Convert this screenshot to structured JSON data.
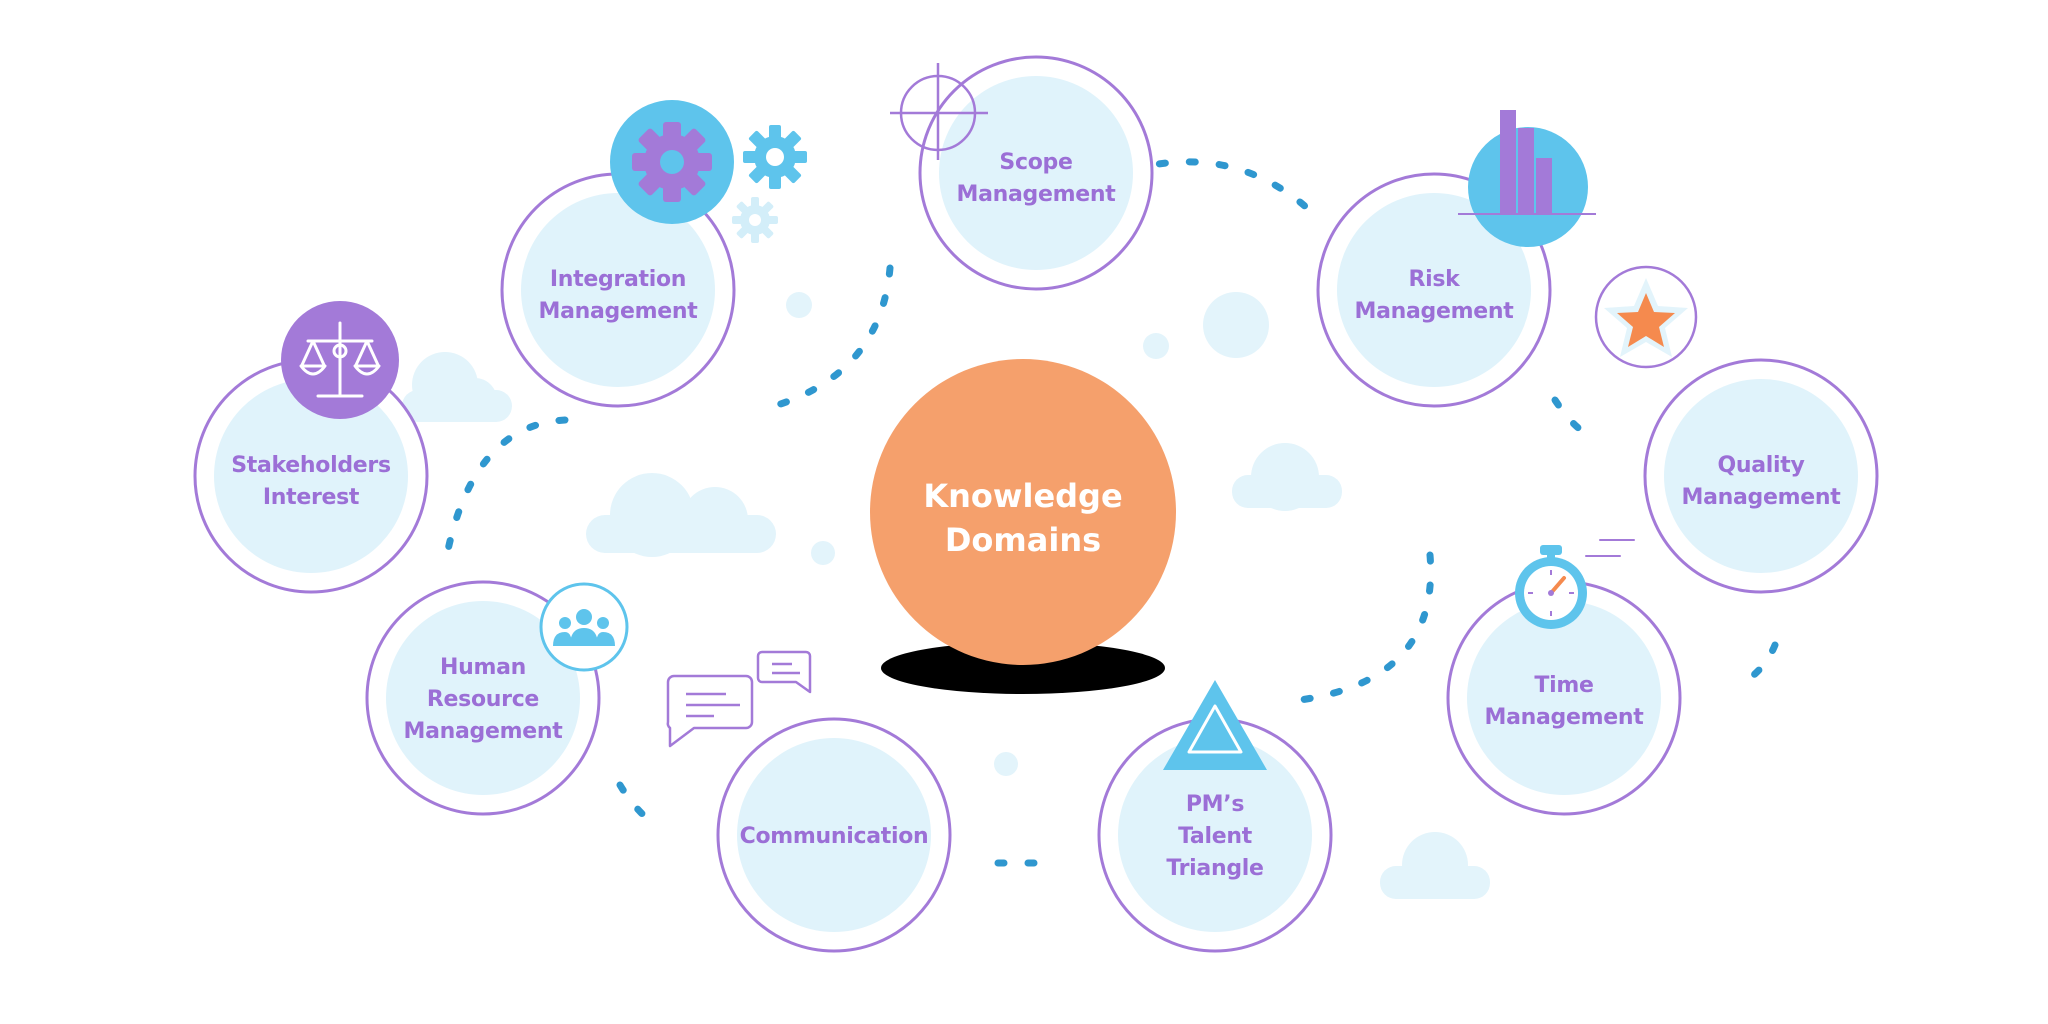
{
  "center": {
    "label": "Knowledge\nDomains"
  },
  "nodes": [
    {
      "id": "integration",
      "label": "Integration\nManagement"
    },
    {
      "id": "scope",
      "label": "Scope\nManagement"
    },
    {
      "id": "risk",
      "label": "Risk\nManagement"
    },
    {
      "id": "stakeholders",
      "label": "Stakeholders\nInterest"
    },
    {
      "id": "quality",
      "label": "Quality\nManagement"
    },
    {
      "id": "human-resource",
      "label": "Human\nResource\nManagement"
    },
    {
      "id": "time",
      "label": "Time\nManagement"
    },
    {
      "id": "communication",
      "label": "Communication"
    },
    {
      "id": "talent",
      "label": "PM’s\nTalent\nTriangle"
    }
  ],
  "icons": {
    "integration": "gear-icon",
    "scope": "crosshair-icon",
    "risk": "bar-chart-icon",
    "stakeholders": "scales-icon",
    "quality": "star-icon",
    "human-resource": "people-icon",
    "time": "stopwatch-icon",
    "communication": "chat-bubbles-icon",
    "talent": "triangle-icon"
  },
  "colors": {
    "ring": "#a37ad8",
    "fill": "#e0f3fb",
    "label": "#9b6fd6",
    "center": "#f5a06c",
    "accent_blue": "#5ec4ec",
    "accent_purple": "#a37ad8",
    "accent_orange": "#f58a4e",
    "dash": "#2f97cf",
    "cloud": "#e3f4fb"
  }
}
